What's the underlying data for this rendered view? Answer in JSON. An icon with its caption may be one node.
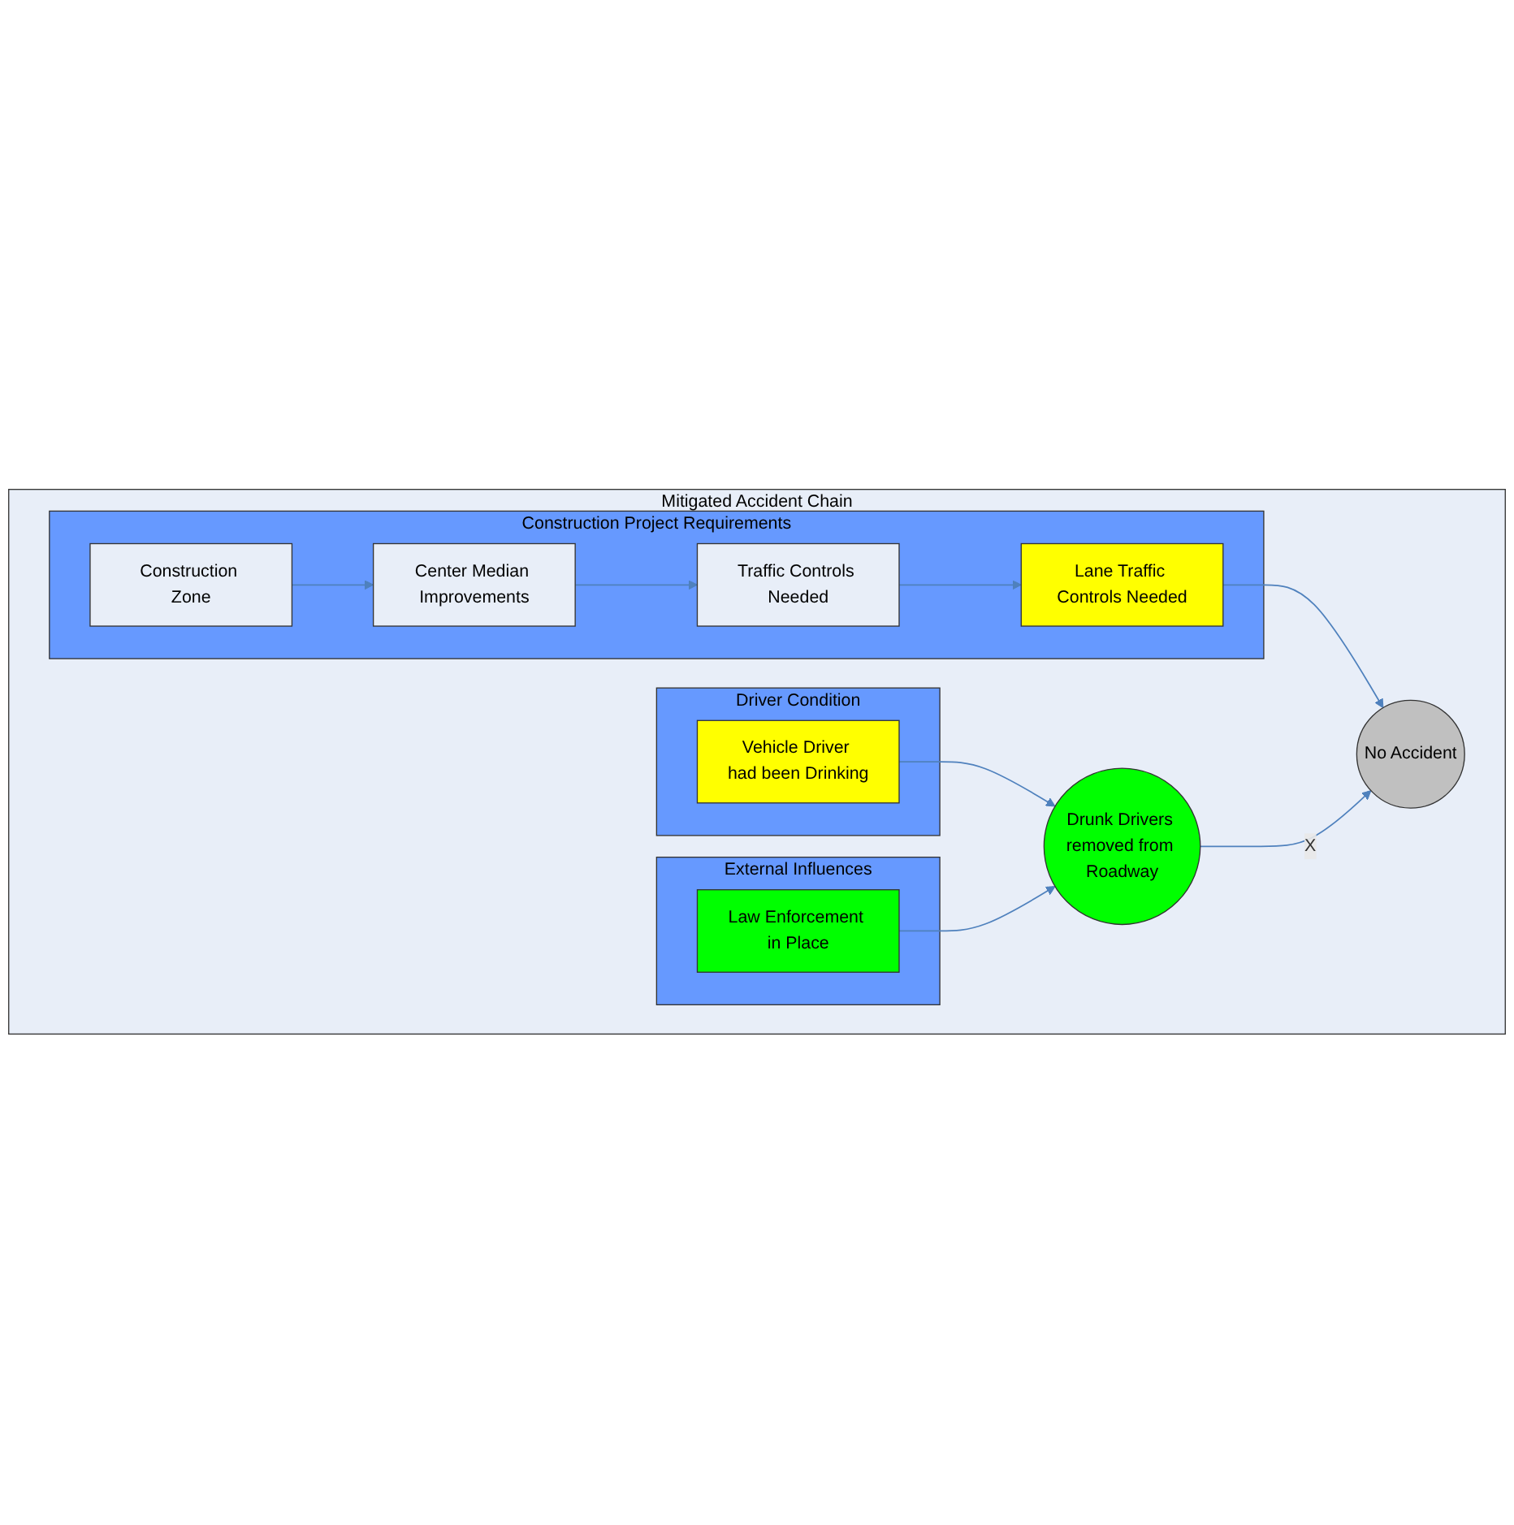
{
  "diagram": {
    "nodes": [
      {
        "text": [
          "Mitigated Accident Chain"
        ]
      },
      {
        "text": [
          "Construction Project Requirements"
        ],
        "in": 0
      },
      {
        "text": [
          "Construction Zone"
        ],
        "in": 1
      },
      {
        "text": [
          "Center Median Improvements"
        ],
        "in": 1
      },
      {
        "text": [
          "Traffic Controls Needed"
        ],
        "in": 1
      },
      {
        "text": [
          "Lane Traffic Controls Needed"
        ],
        "in": 1
      },
      {
        "text": [
          "Driver Condition"
        ],
        "in": 0
      },
      {
        "text": [
          "Vehicle Driver had been Drinking"
        ],
        "in": 6
      },
      {
        "text": [
          "Drunk Drivers removed from Roadway"
        ],
        "in": 0
      },
      {
        "text": [
          "No Accident"
        ],
        "in": 0
      },
      {
        "text": [
          "External Influences"
        ],
        "in": 0
      },
      {
        "text": [
          "Law Enforcement in Place"
        ],
        "in": 10
      }
    ],
    "edges": [
      {
        "from": 2,
        "to": 3,
        "arrow": "to"
      },
      {
        "from": 3,
        "to": 4,
        "arrow": "to"
      },
      {
        "from": 4,
        "to": 5,
        "arrow": "to"
      },
      {
        "from": 5,
        "to": 9,
        "arrow": "to"
      },
      {
        "from": 7,
        "to": 8,
        "arrow": "to"
      },
      {
        "from": 11,
        "to": 8,
        "arrow": "to"
      },
      {
        "from": 8,
        "to": 9,
        "label": "X",
        "arrow": "to"
      }
    ]
  }
}
